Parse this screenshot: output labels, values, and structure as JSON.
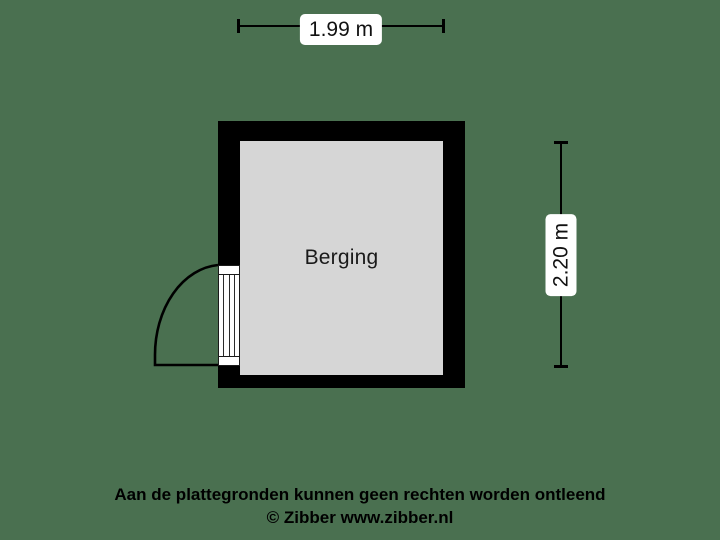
{
  "plan": {
    "room": {
      "name": "Berging"
    },
    "door": {
      "icon": "door-swing-icon",
      "wall": "left",
      "swing": "outward"
    },
    "colors": {
      "background": "#4a7050",
      "wall": "#000000",
      "floor": "#d6d6d6",
      "text": "#111111",
      "label_background": "#ffffff"
    }
  },
  "dimensions": {
    "horizontal": {
      "value": "1.99 m",
      "orientation": "horizontal"
    },
    "vertical": {
      "value": "2.20 m",
      "orientation": "vertical"
    }
  },
  "footer": {
    "disclaimer": "Aan de plattegronden kunnen geen rechten worden ontleend",
    "copyright": "© Zibber www.zibber.nl"
  }
}
